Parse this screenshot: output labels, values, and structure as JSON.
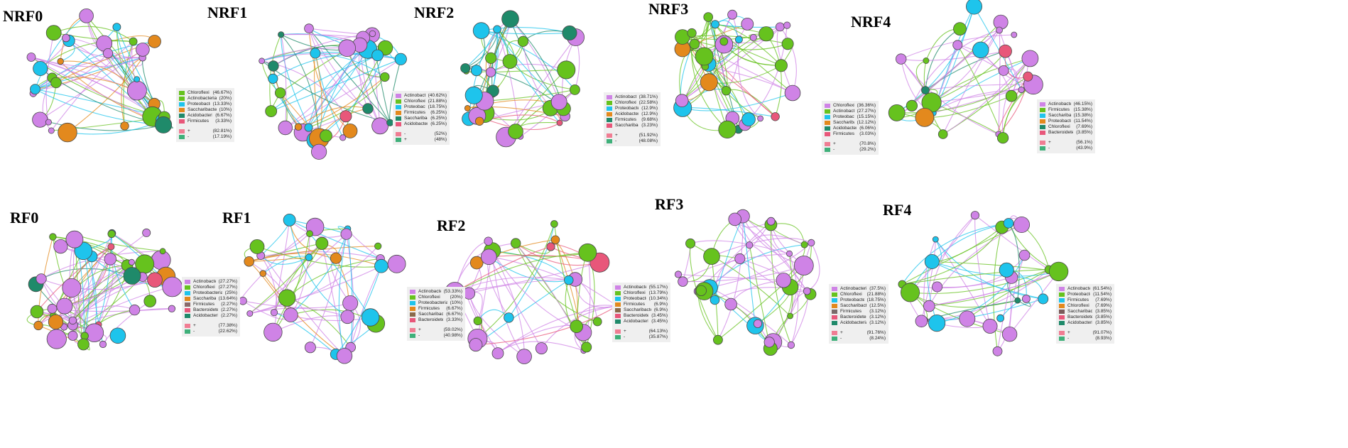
{
  "colors": {
    "Chloroflexi": "#66c21e",
    "Actinobacteria": "#cf83e6",
    "Proteobacteria": "#1ec4ec",
    "Saccharibacteria": "#e3891d",
    "Acidobacteria": "#1f8a6a",
    "Firmicutes": "#e8577a",
    "Bacteroidetes": "#eb4d7a",
    "positive": "#f07d93",
    "negative": "#3fb07a"
  },
  "panels": [
    {
      "title": "NRF0",
      "phyla": [
        {
          "name": "Chloroflexi",
          "pct": "(46.67%)",
          "color": "#66c21e"
        },
        {
          "name": "Actinobacteria",
          "pct": "(20%)",
          "color": "#66c21e"
        },
        {
          "name": "Proteobacteria",
          "pct": "(13.33%)",
          "color": "#1ec4ec"
        },
        {
          "name": "Saccharibacteria",
          "pct": "(10%)",
          "color": "#e3891d"
        },
        {
          "name": "Acidobacteria",
          "pct": "(6.67%)",
          "color": "#1f8a6a"
        },
        {
          "name": "Firmicutes",
          "pct": "(3.33%)",
          "color": "#e8577a"
        }
      ],
      "corr": [
        {
          "sign": "+",
          "pct": "(82.81%)",
          "color": "#f07d93"
        },
        {
          "sign": "-",
          "pct": "(17.19%)",
          "color": "#3fb07a"
        }
      ]
    },
    {
      "title": "NRF1",
      "phyla": [
        {
          "name": "Actinobacteria",
          "pct": "(40.62%)",
          "color": "#cf83e6"
        },
        {
          "name": "Chloroflexi",
          "pct": "(21.88%)",
          "color": "#66c21e"
        },
        {
          "name": "Proteobacteria",
          "pct": "(18.75%)",
          "color": "#1ec4ec"
        },
        {
          "name": "Firmicutes",
          "pct": "(6.25%)",
          "color": "#e3891d"
        },
        {
          "name": "Saccharibacteria",
          "pct": "(6.25%)",
          "color": "#1f8a6a"
        },
        {
          "name": "Acidobacteria",
          "pct": "(6.25%)",
          "color": "#e8577a"
        }
      ],
      "corr": [
        {
          "sign": "-",
          "pct": "(52%)",
          "color": "#f07d93"
        },
        {
          "sign": "+",
          "pct": "(48%)",
          "color": "#3fb07a"
        }
      ]
    },
    {
      "title": "NRF2",
      "phyla": [
        {
          "name": "Actinobacteria",
          "pct": "(38.71%)",
          "color": "#cf83e6"
        },
        {
          "name": "Chloroflexi",
          "pct": "(22.58%)",
          "color": "#66c21e"
        },
        {
          "name": "Proteobacteria",
          "pct": "(12.9%)",
          "color": "#1ec4ec"
        },
        {
          "name": "Acidobacteria",
          "pct": "(12.9%)",
          "color": "#e3891d"
        },
        {
          "name": "Firmicutes",
          "pct": "(9.68%)",
          "color": "#1f8a6a"
        },
        {
          "name": "Saccharibacteria",
          "pct": "(3.23%)",
          "color": "#e8577a"
        }
      ],
      "corr": [
        {
          "sign": "+",
          "pct": "(51.92%)",
          "color": "#f07d93"
        },
        {
          "sign": "-",
          "pct": "(48.08%)",
          "color": "#3fb07a"
        }
      ]
    },
    {
      "title": "NRF3",
      "phyla": [
        {
          "name": "Chloroflexi",
          "pct": "(36.36%)",
          "color": "#cf83e6"
        },
        {
          "name": "Actinobacteria",
          "pct": "(27.27%)",
          "color": "#66c21e"
        },
        {
          "name": "Proteobacteria",
          "pct": "(15.15%)",
          "color": "#1ec4ec"
        },
        {
          "name": "Saccharibacteria",
          "pct": "(12.12%)",
          "color": "#e3891d"
        },
        {
          "name": "Acidobacteria",
          "pct": "(6.06%)",
          "color": "#1f8a6a"
        },
        {
          "name": "Firmicutes",
          "pct": "(3.03%)",
          "color": "#e8577a"
        }
      ],
      "corr": [
        {
          "sign": "+",
          "pct": "(70.8%)",
          "color": "#f07d93"
        },
        {
          "sign": "-",
          "pct": "(29.2%)",
          "color": "#3fb07a"
        }
      ]
    },
    {
      "title": "NRF4",
      "phyla": [
        {
          "name": "Actinobacteria",
          "pct": "(46.15%)",
          "color": "#cf83e6"
        },
        {
          "name": "Firmicutes",
          "pct": "(15.38%)",
          "color": "#66c21e"
        },
        {
          "name": "Saccharibacteria",
          "pct": "(15.38%)",
          "color": "#1ec4ec"
        },
        {
          "name": "Proteobacteria",
          "pct": "(11.54%)",
          "color": "#e3891d"
        },
        {
          "name": "Chloroflexi",
          "pct": "(7.69%)",
          "color": "#1f8a6a"
        },
        {
          "name": "Bacteroidetes",
          "pct": "(3.85%)",
          "color": "#e8577a"
        }
      ],
      "corr": [
        {
          "sign": "+",
          "pct": "(56.1%)",
          "color": "#f07d93"
        },
        {
          "sign": "-",
          "pct": "(43.9%)",
          "color": "#3fb07a"
        }
      ]
    },
    {
      "title": "RF0",
      "phyla": [
        {
          "name": "Actinobacteria",
          "pct": "(27.27%)",
          "color": "#cf83e6"
        },
        {
          "name": "Chloroflexi",
          "pct": "(27.27%)",
          "color": "#66c21e"
        },
        {
          "name": "Proteobacteria",
          "pct": "(25%)",
          "color": "#1ec4ec"
        },
        {
          "name": "Saccharibacteria",
          "pct": "(13.64%)",
          "color": "#e3891d"
        },
        {
          "name": "Firmicutes",
          "pct": "(2.27%)",
          "color": "#8a6a6a"
        },
        {
          "name": "Bacteroidetes",
          "pct": "(2.27%)",
          "color": "#e8577a"
        },
        {
          "name": "Acidobacteria",
          "pct": "(2.27%)",
          "color": "#1f8a6a"
        }
      ],
      "corr": [
        {
          "sign": "+",
          "pct": "(77.38%)",
          "color": "#f07d93"
        },
        {
          "sign": "-",
          "pct": "(22.62%)",
          "color": "#3fb07a"
        }
      ]
    },
    {
      "title": "RF1",
      "phyla": [
        {
          "name": "Actinobacteria",
          "pct": "(53.33%)",
          "color": "#cf83e6"
        },
        {
          "name": "Chloroflexi",
          "pct": "(20%)",
          "color": "#66c21e"
        },
        {
          "name": "Proteobacteria",
          "pct": "(10%)",
          "color": "#1ec4ec"
        },
        {
          "name": "Firmicutes",
          "pct": "(6.67%)",
          "color": "#e3891d"
        },
        {
          "name": "Saccharibacteria",
          "pct": "(6.67%)",
          "color": "#8a6a4a"
        },
        {
          "name": "Bacteroidetes",
          "pct": "(3.33%)",
          "color": "#e8577a"
        }
      ],
      "corr": [
        {
          "sign": "+",
          "pct": "(59.02%)",
          "color": "#f07d93"
        },
        {
          "sign": "-",
          "pct": "(40.98%)",
          "color": "#3fb07a"
        }
      ]
    },
    {
      "title": "RF2",
      "phyla": [
        {
          "name": "Actinobacteria",
          "pct": "(55.17%)",
          "color": "#cf83e6"
        },
        {
          "name": "Chloroflexi",
          "pct": "(13.79%)",
          "color": "#66c21e"
        },
        {
          "name": "Proteobacteria",
          "pct": "(10.34%)",
          "color": "#1ec4ec"
        },
        {
          "name": "Firmicutes",
          "pct": "(6.9%)",
          "color": "#e3891d"
        },
        {
          "name": "Saccharibacteria",
          "pct": "(6.9%)",
          "color": "#8a6a4a"
        },
        {
          "name": "Bacteroidetes",
          "pct": "(3.45%)",
          "color": "#e8577a"
        },
        {
          "name": "Acidobacteria",
          "pct": "(3.45%)",
          "color": "#1f8a6a"
        }
      ],
      "corr": [
        {
          "sign": "+",
          "pct": "(64.13%)",
          "color": "#f07d93"
        },
        {
          "sign": "-",
          "pct": "(35.87%)",
          "color": "#3fb07a"
        }
      ]
    },
    {
      "title": "RF3",
      "phyla": [
        {
          "name": "Actinobacteria",
          "pct": "(37.5%)",
          "color": "#cf83e6"
        },
        {
          "name": "Chloroflexi",
          "pct": "(21.88%)",
          "color": "#66c21e"
        },
        {
          "name": "Proteobacteria",
          "pct": "(18.75%)",
          "color": "#1ec4ec"
        },
        {
          "name": "Saccharibacteria",
          "pct": "(12.5%)",
          "color": "#e3891d"
        },
        {
          "name": "Firmicutes",
          "pct": "(3.12%)",
          "color": "#7a6a6a"
        },
        {
          "name": "Bacteroidetes",
          "pct": "(3.12%)",
          "color": "#e8577a"
        },
        {
          "name": "Acidobacteria",
          "pct": "(3.12%)",
          "color": "#1f8a6a"
        }
      ],
      "corr": [
        {
          "sign": "+",
          "pct": "(91.76%)",
          "color": "#f07d93"
        },
        {
          "sign": "-",
          "pct": "(8.24%)",
          "color": "#3fb07a"
        }
      ]
    },
    {
      "title": "RF4",
      "phyla": [
        {
          "name": "Actinobacteria",
          "pct": "(61.54%)",
          "color": "#cf83e6"
        },
        {
          "name": "Proteobacteria",
          "pct": "(11.54%)",
          "color": "#66c21e"
        },
        {
          "name": "Firmicutes",
          "pct": "(7.69%)",
          "color": "#1ec4ec"
        },
        {
          "name": "Chloroflexi",
          "pct": "(7.69%)",
          "color": "#e3891d"
        },
        {
          "name": "Saccharibacteria",
          "pct": "(3.85%)",
          "color": "#7a5a5a"
        },
        {
          "name": "Bacteroidetes",
          "pct": "(3.85%)",
          "color": "#e8577a"
        },
        {
          "name": "Acidobacteria",
          "pct": "(3.85%)",
          "color": "#1f8a6a"
        }
      ],
      "corr": [
        {
          "sign": "+",
          "pct": "(91.07%)",
          "color": "#f07d93"
        },
        {
          "sign": "-",
          "pct": "(8.93%)",
          "color": "#3fb07a"
        }
      ]
    }
  ]
}
